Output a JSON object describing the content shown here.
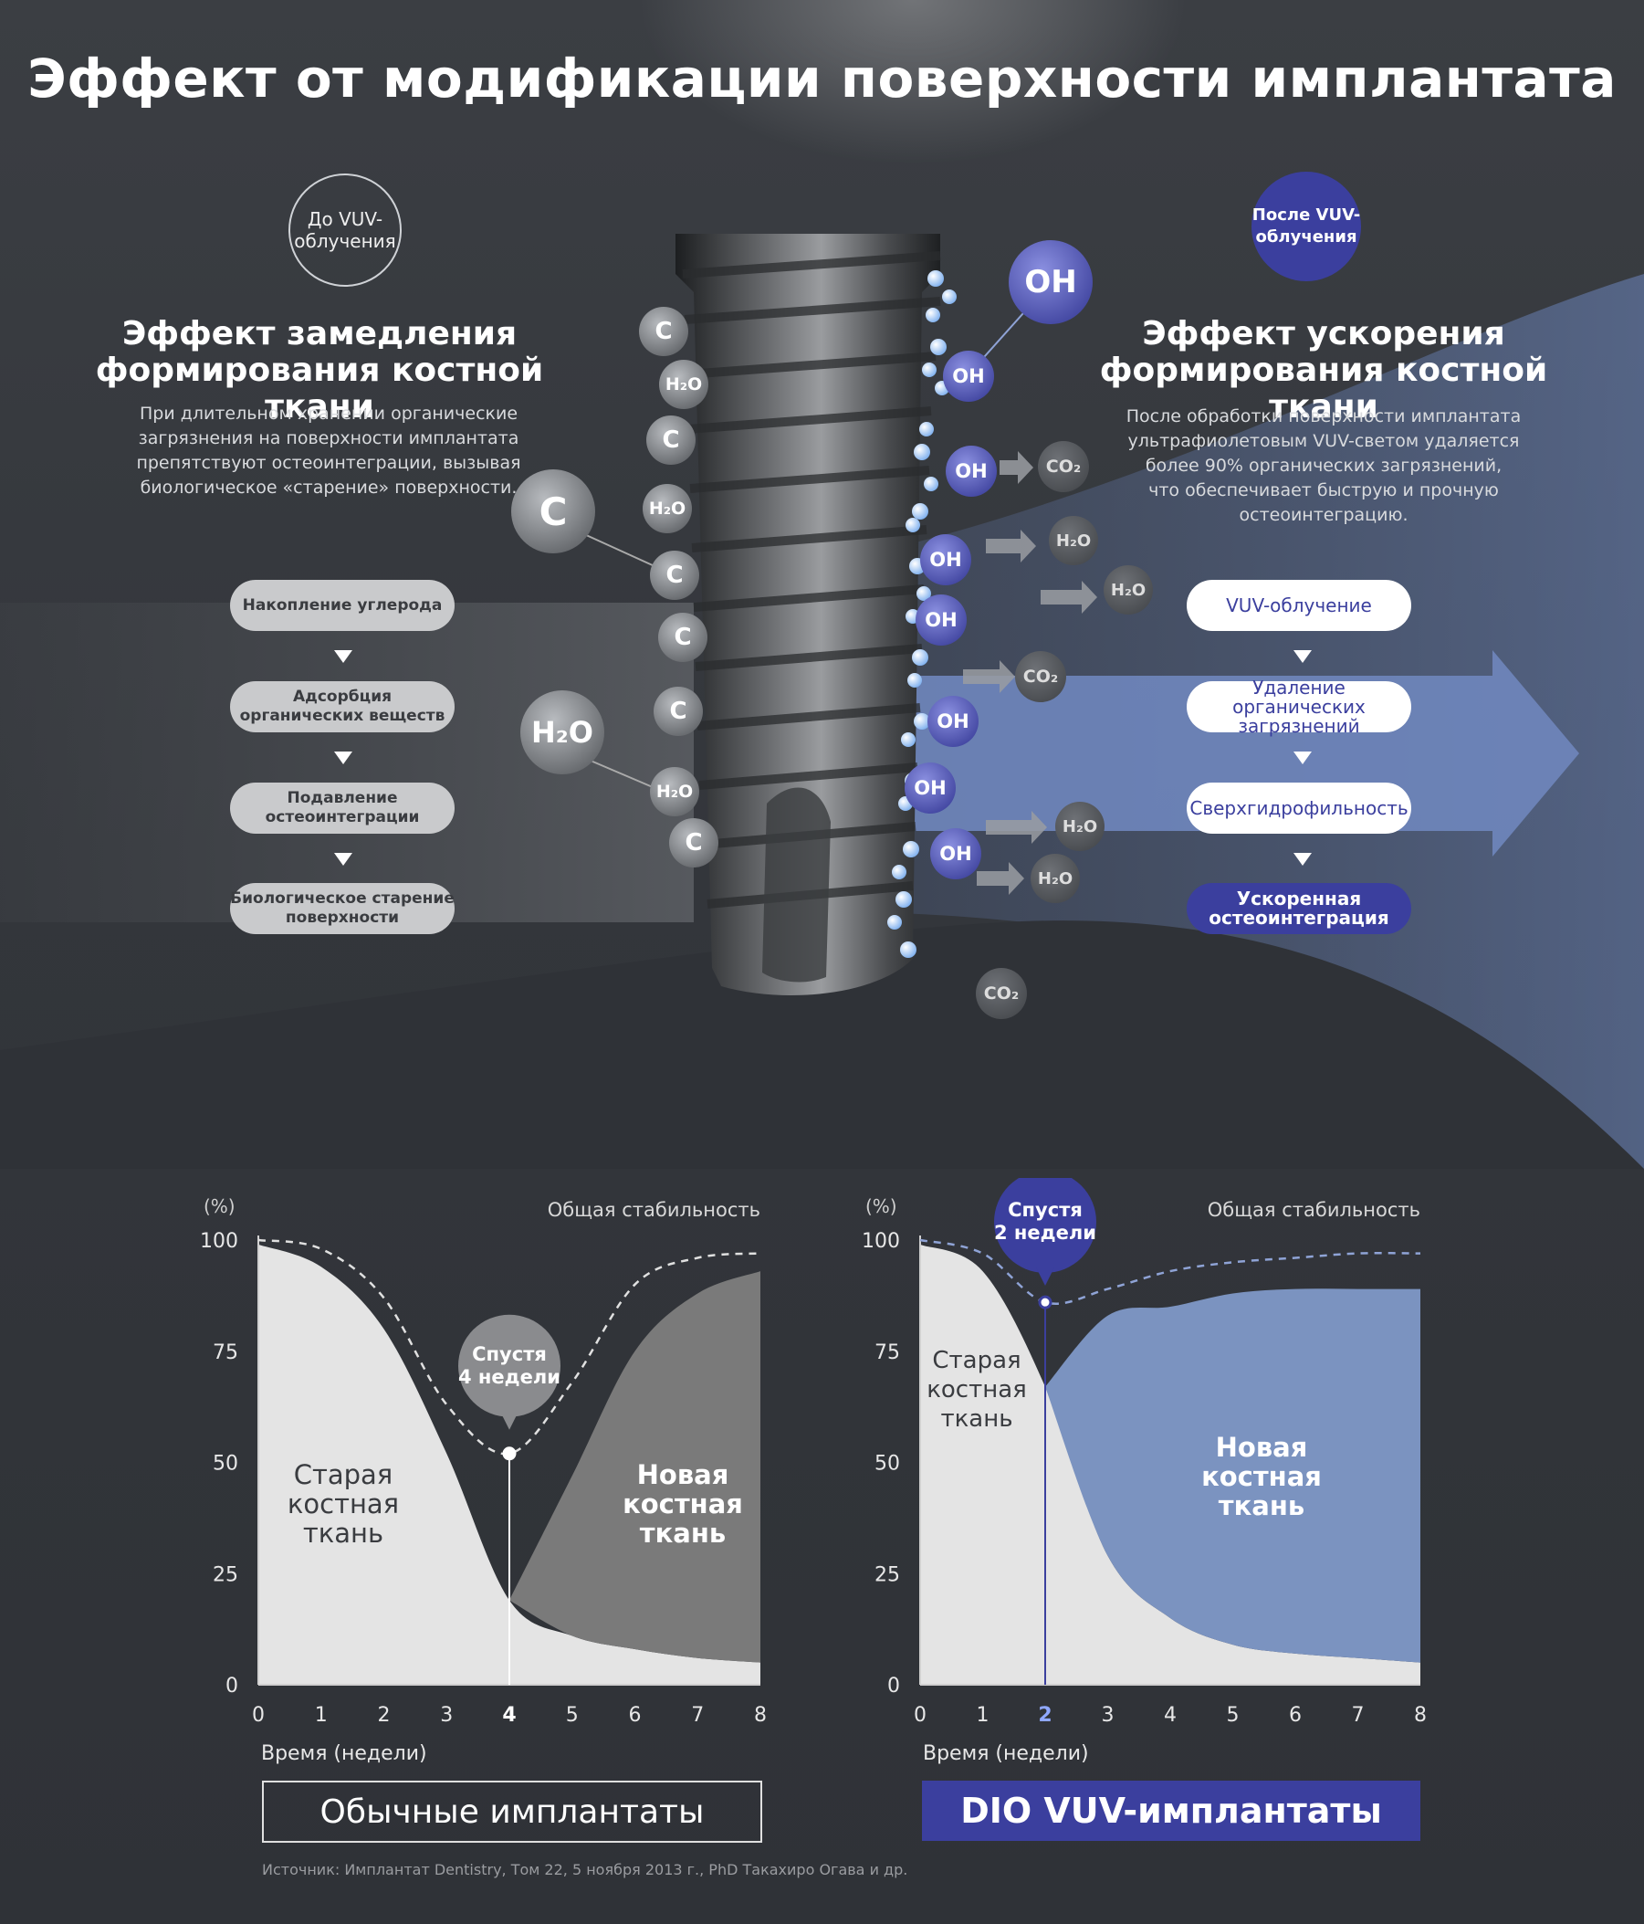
{
  "title": "Эффект от модификации поверхности имплантата",
  "left": {
    "badge": "До VUV-\nоблучения",
    "heading": "Эффект замедления\nформирования костной ткани",
    "description": "При длительном хранении органические\nзагрязнения на поверхности имплантата\nпрепятствуют остеоинтеграции, вызывая\nбиологическое «старение» поверхности.",
    "steps": [
      "Накопление углерода",
      "Адсорбция\nорганических веществ",
      "Подавление\nостеоинтеграции",
      "Биологическое старение\nповерхности"
    ]
  },
  "right": {
    "badge": "После VUV-\nоблучения",
    "heading": "Эффект ускорения\nформирования костной ткани",
    "description": "После обработки поверхности имплантата\nультрафиолетовым VUV-светом удаляется\nболее 90% органических загрязнений,\nчто обеспечивает быструю и прочную\nостеоинтеграцию.",
    "steps": [
      "VUV-облучение",
      "Удаление органических\nзагрязнений",
      "Сверхгидрофильность",
      "Ускоренная\nостеоинтеграция"
    ]
  },
  "molecules": {
    "carbon": "C",
    "hydroxyl": "OH",
    "water": "H₂O",
    "co2": "CO₂"
  },
  "colors": {
    "background": "#35383d",
    "accent_blue": "#3b3f9e",
    "new_bone_blue": "#7b93c0",
    "old_bone": "#e6e6e6",
    "new_bone_grey": "#7b7b7b"
  },
  "chart_data": [
    {
      "type": "area",
      "title": "Обычные имплантаты",
      "xlabel": "Время (недели)",
      "ylabel": "(%)",
      "xlim": [
        0,
        8
      ],
      "ylim": [
        0,
        100
      ],
      "x_ticks": [
        "0",
        "1",
        "2",
        "3",
        "4",
        "5",
        "6",
        "7",
        "8"
      ],
      "y_ticks": [
        "0",
        "25",
        "50",
        "75",
        "100"
      ],
      "highlight_x": 4,
      "callout": "Спустя\n4 недели",
      "stability_label": "Общая стабильность",
      "series": [
        {
          "name": "Старая костная ткань",
          "label": "Старая\nкостная\nткань",
          "x": [
            0,
            1,
            2,
            3,
            4,
            5,
            6,
            7,
            8
          ],
          "values": [
            99,
            94,
            80,
            52,
            19,
            11,
            8,
            6,
            5
          ]
        },
        {
          "name": "Новая костная ткань",
          "label": "Новая\nкостная\nткань",
          "x": [
            4,
            5,
            6,
            7,
            8
          ],
          "values": [
            0,
            36,
            67,
            82,
            88
          ]
        },
        {
          "name": "Общая стабильность",
          "x": [
            0,
            1,
            2,
            3,
            4,
            5,
            6,
            7,
            8
          ],
          "values": [
            100,
            98,
            87,
            63,
            52,
            68,
            90,
            96,
            97
          ]
        }
      ]
    },
    {
      "type": "area",
      "title": "DIO VUV-имплантаты",
      "xlabel": "Время (недели)",
      "ylabel": "(%)",
      "xlim": [
        0,
        8
      ],
      "ylim": [
        0,
        100
      ],
      "x_ticks": [
        "0",
        "1",
        "2",
        "3",
        "4",
        "5",
        "6",
        "7",
        "8"
      ],
      "y_ticks": [
        "0",
        "25",
        "50",
        "75",
        "100"
      ],
      "highlight_x": 2,
      "callout": "Спустя\n2 недели",
      "stability_label": "Общая стабильность",
      "series": [
        {
          "name": "Старая костная ткань",
          "label": "Старая\nкостная\nткань",
          "x": [
            0,
            1,
            2,
            3,
            4,
            5,
            6,
            7,
            8
          ],
          "values": [
            99,
            93,
            67,
            29,
            15,
            9,
            7,
            6,
            5
          ]
        },
        {
          "name": "Новая костная ткань",
          "label": "Новая\nкостная\nткань",
          "x": [
            2,
            3,
            4,
            5,
            6,
            7,
            8
          ],
          "values": [
            0,
            54,
            70,
            79,
            82,
            83,
            84
          ]
        },
        {
          "name": "Общая стабильность",
          "x": [
            0,
            1,
            2,
            3,
            4,
            5,
            6,
            7,
            8
          ],
          "values": [
            100,
            97,
            86,
            89,
            93,
            95,
            96,
            97,
            97
          ]
        }
      ]
    }
  ],
  "source": "Источник: Имплантат Dentistry, Том 22, 5 ноября 2013 г., PhD Такахиро Огава и др."
}
